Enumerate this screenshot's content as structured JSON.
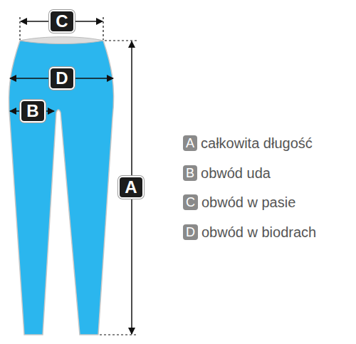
{
  "diagram": {
    "nodes": [
      {
        "text": [
          "C"
        ]
      },
      {
        "text": [
          "D"
        ]
      },
      {
        "text": [
          "B"
        ]
      },
      {
        "text": [
          "A"
        ]
      },
      {
        "text": [
          "A",
          "całkowita długość"
        ]
      },
      {
        "text": [
          "B",
          "obwód uda"
        ]
      },
      {
        "text": [
          "C",
          "obwód w pasie"
        ]
      },
      {
        "text": [
          "D",
          "obwód w biodrach"
        ]
      }
    ],
    "edges": []
  }
}
